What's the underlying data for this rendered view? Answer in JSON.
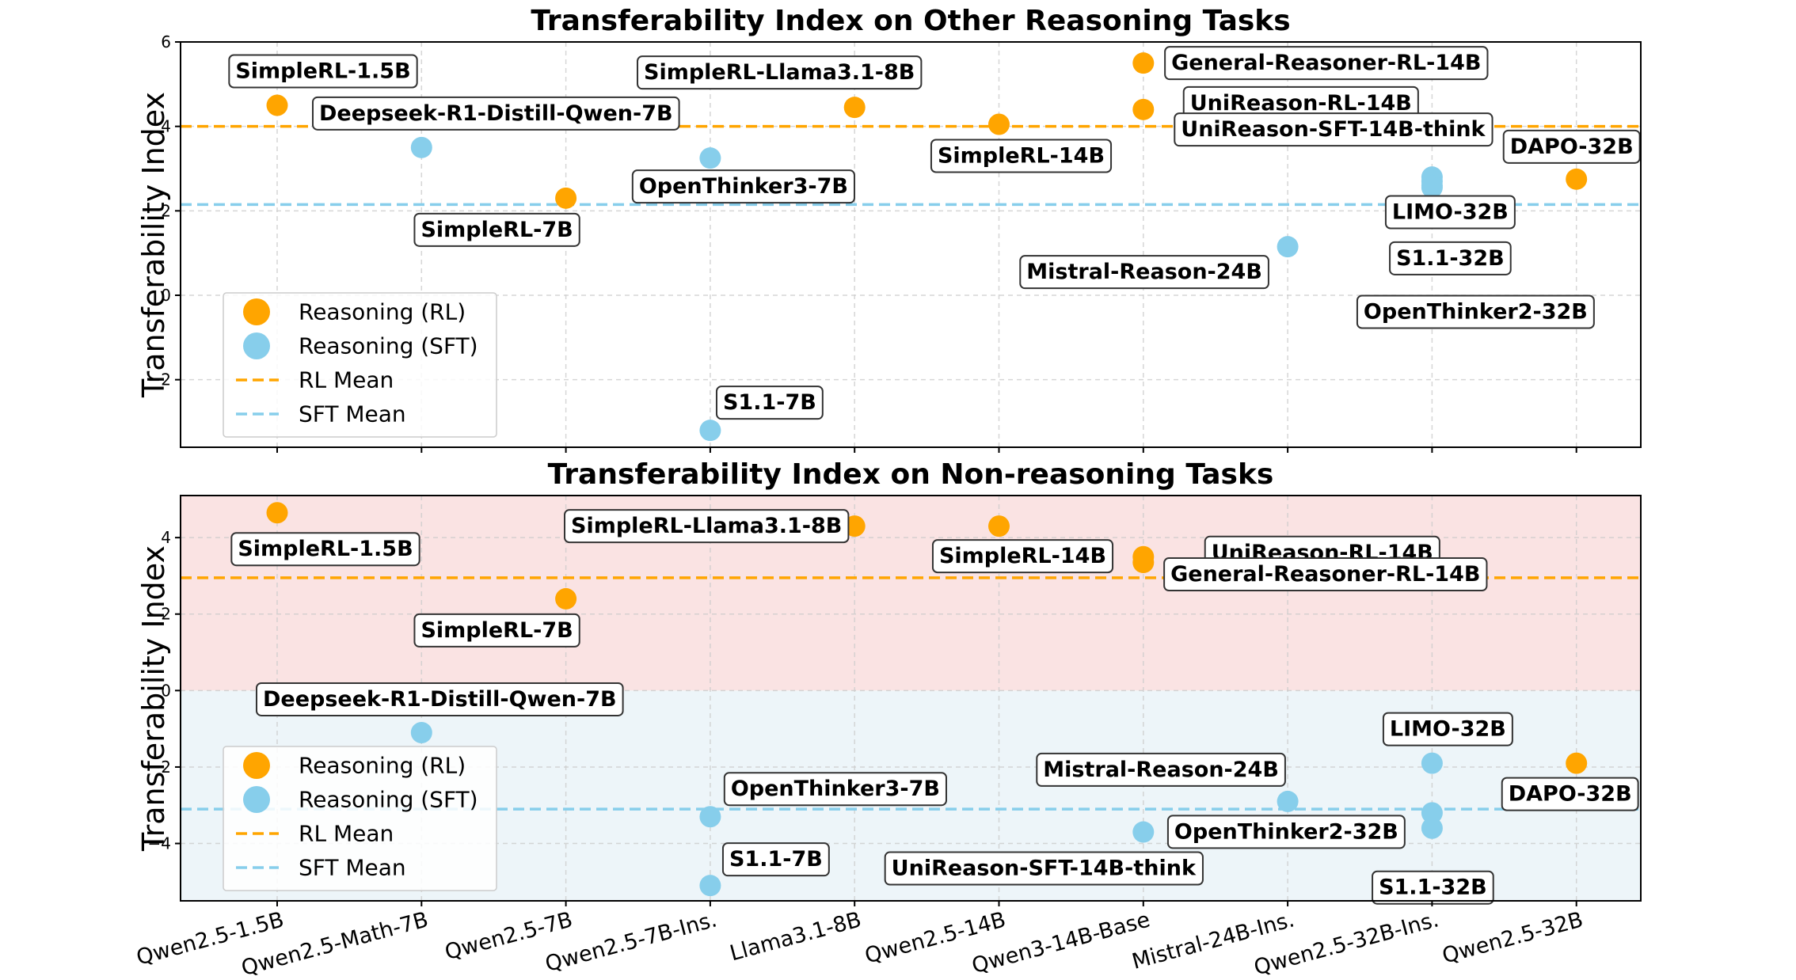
{
  "colors": {
    "rl": "#FFA500",
    "sft": "#87CEEB",
    "rl_band": "#FAE3E3",
    "sft_band": "#EDF5F9"
  },
  "categories": [
    "Qwen2.5-1.5B",
    "Qwen2.5-Math-7B",
    "Qwen2.5-7B",
    "Qwen2.5-7B-Ins.",
    "Llama3.1-8B",
    "Qwen2.5-14B",
    "Qwen3-14B-Base",
    "Mistral-24B-Ins.",
    "Qwen2.5-32B-Ins.",
    "Qwen2.5-32B"
  ],
  "legend": {
    "rl_points": "Reasoning (RL)",
    "sft_points": "Reasoning (SFT)",
    "rl_mean": "RL Mean",
    "sft_mean": "SFT Mean",
    "position": "lower-left"
  },
  "chart_data": [
    {
      "type": "scatter",
      "title": "Transferability Index on Other Reasoning Tasks",
      "xlabel": "",
      "ylabel": "Transferability Index",
      "ylim": [
        -3.6,
        6
      ],
      "yticks": [
        -2,
        0,
        2,
        4,
        6
      ],
      "grid": true,
      "shaded_regions": false,
      "rl_mean": 4.0,
      "sft_mean": 2.15,
      "series": [
        {
          "name": "Reasoning (RL)",
          "points": [
            {
              "label": "SimpleRL-1.5B",
              "category": "Qwen2.5-1.5B",
              "y": 4.5
            },
            {
              "label": "SimpleRL-7B",
              "category": "Qwen2.5-7B",
              "y": 2.3
            },
            {
              "label": "SimpleRL-Llama3.1-8B",
              "category": "Llama3.1-8B",
              "y": 4.45
            },
            {
              "label": "SimpleRL-14B",
              "category": "Qwen2.5-14B",
              "y": 4.05
            },
            {
              "label": "General-Reasoner-RL-14B",
              "category": "Qwen3-14B-Base",
              "y": 5.5
            },
            {
              "label": "UniReason-RL-14B",
              "category": "Qwen3-14B-Base",
              "y": 4.4
            },
            {
              "label": "DAPO-32B",
              "category": "Qwen2.5-32B",
              "y": 2.75
            }
          ]
        },
        {
          "name": "Reasoning (SFT)",
          "points": [
            {
              "label": "Deepseek-R1-Distill-Qwen-7B",
              "category": "Qwen2.5-Math-7B",
              "y": 3.5
            },
            {
              "label": "OpenThinker3-7B",
              "category": "Qwen2.5-7B-Ins.",
              "y": 3.25
            },
            {
              "label": "S1.1-7B",
              "category": "Qwen2.5-7B-Ins.",
              "y": -3.2
            },
            {
              "label": "UniReason-SFT-14B-think",
              "category": "Qwen2.5-32B-Ins.",
              "y": 2.8
            },
            {
              "label": "Mistral-Reason-24B",
              "category": "Mistral-24B-Ins.",
              "y": 1.15
            },
            {
              "label": "LIMO-32B",
              "category": "Qwen2.5-32B-Ins.",
              "y": 2.7
            },
            {
              "label": "S1.1-32B",
              "category": "Qwen2.5-32B-Ins.",
              "y": 2.6
            },
            {
              "label": "OpenThinker2-32B",
              "category": "Qwen2.5-32B-Ins.",
              "y": 2.55
            }
          ]
        }
      ]
    },
    {
      "type": "scatter",
      "title": "Transferability Index on Non-reasoning Tasks",
      "xlabel": "",
      "ylabel": "Transferability Index",
      "ylim": [
        -5.5,
        5.1
      ],
      "yticks": [
        -4,
        -2,
        0,
        2,
        4
      ],
      "grid": true,
      "shaded_regions": true,
      "rl_mean": 2.95,
      "sft_mean": -3.1,
      "series": [
        {
          "name": "Reasoning (RL)",
          "points": [
            {
              "label": "SimpleRL-1.5B",
              "category": "Qwen2.5-1.5B",
              "y": 4.65
            },
            {
              "label": "SimpleRL-7B",
              "category": "Qwen2.5-7B",
              "y": 2.4
            },
            {
              "label": "SimpleRL-Llama3.1-8B",
              "category": "Llama3.1-8B",
              "y": 4.3
            },
            {
              "label": "SimpleRL-14B",
              "category": "Qwen2.5-14B",
              "y": 4.3
            },
            {
              "label": "UniReason-RL-14B",
              "category": "Qwen3-14B-Base",
              "y": 3.5
            },
            {
              "label": "General-Reasoner-RL-14B",
              "category": "Qwen3-14B-Base",
              "y": 3.35
            },
            {
              "label": "DAPO-32B",
              "category": "Qwen2.5-32B",
              "y": -1.9
            }
          ]
        },
        {
          "name": "Reasoning (SFT)",
          "points": [
            {
              "label": "Deepseek-R1-Distill-Qwen-7B",
              "category": "Qwen2.5-Math-7B",
              "y": -1.1
            },
            {
              "label": "OpenThinker3-7B",
              "category": "Qwen2.5-7B-Ins.",
              "y": -3.3
            },
            {
              "label": "S1.1-7B",
              "category": "Qwen2.5-7B-Ins.",
              "y": -5.1
            },
            {
              "label": "UniReason-SFT-14B-think",
              "category": "Qwen3-14B-Base",
              "y": -3.7
            },
            {
              "label": "Mistral-Reason-24B",
              "category": "Mistral-24B-Ins.",
              "y": -2.9
            },
            {
              "label": "OpenThinker2-32B",
              "category": "Qwen2.5-32B-Ins.",
              "y": -3.2
            },
            {
              "label": "LIMO-32B",
              "category": "Qwen2.5-32B-Ins.",
              "y": -1.9
            },
            {
              "label": "S1.1-32B",
              "category": "Qwen2.5-32B-Ins.",
              "y": -3.6
            }
          ]
        }
      ]
    }
  ]
}
